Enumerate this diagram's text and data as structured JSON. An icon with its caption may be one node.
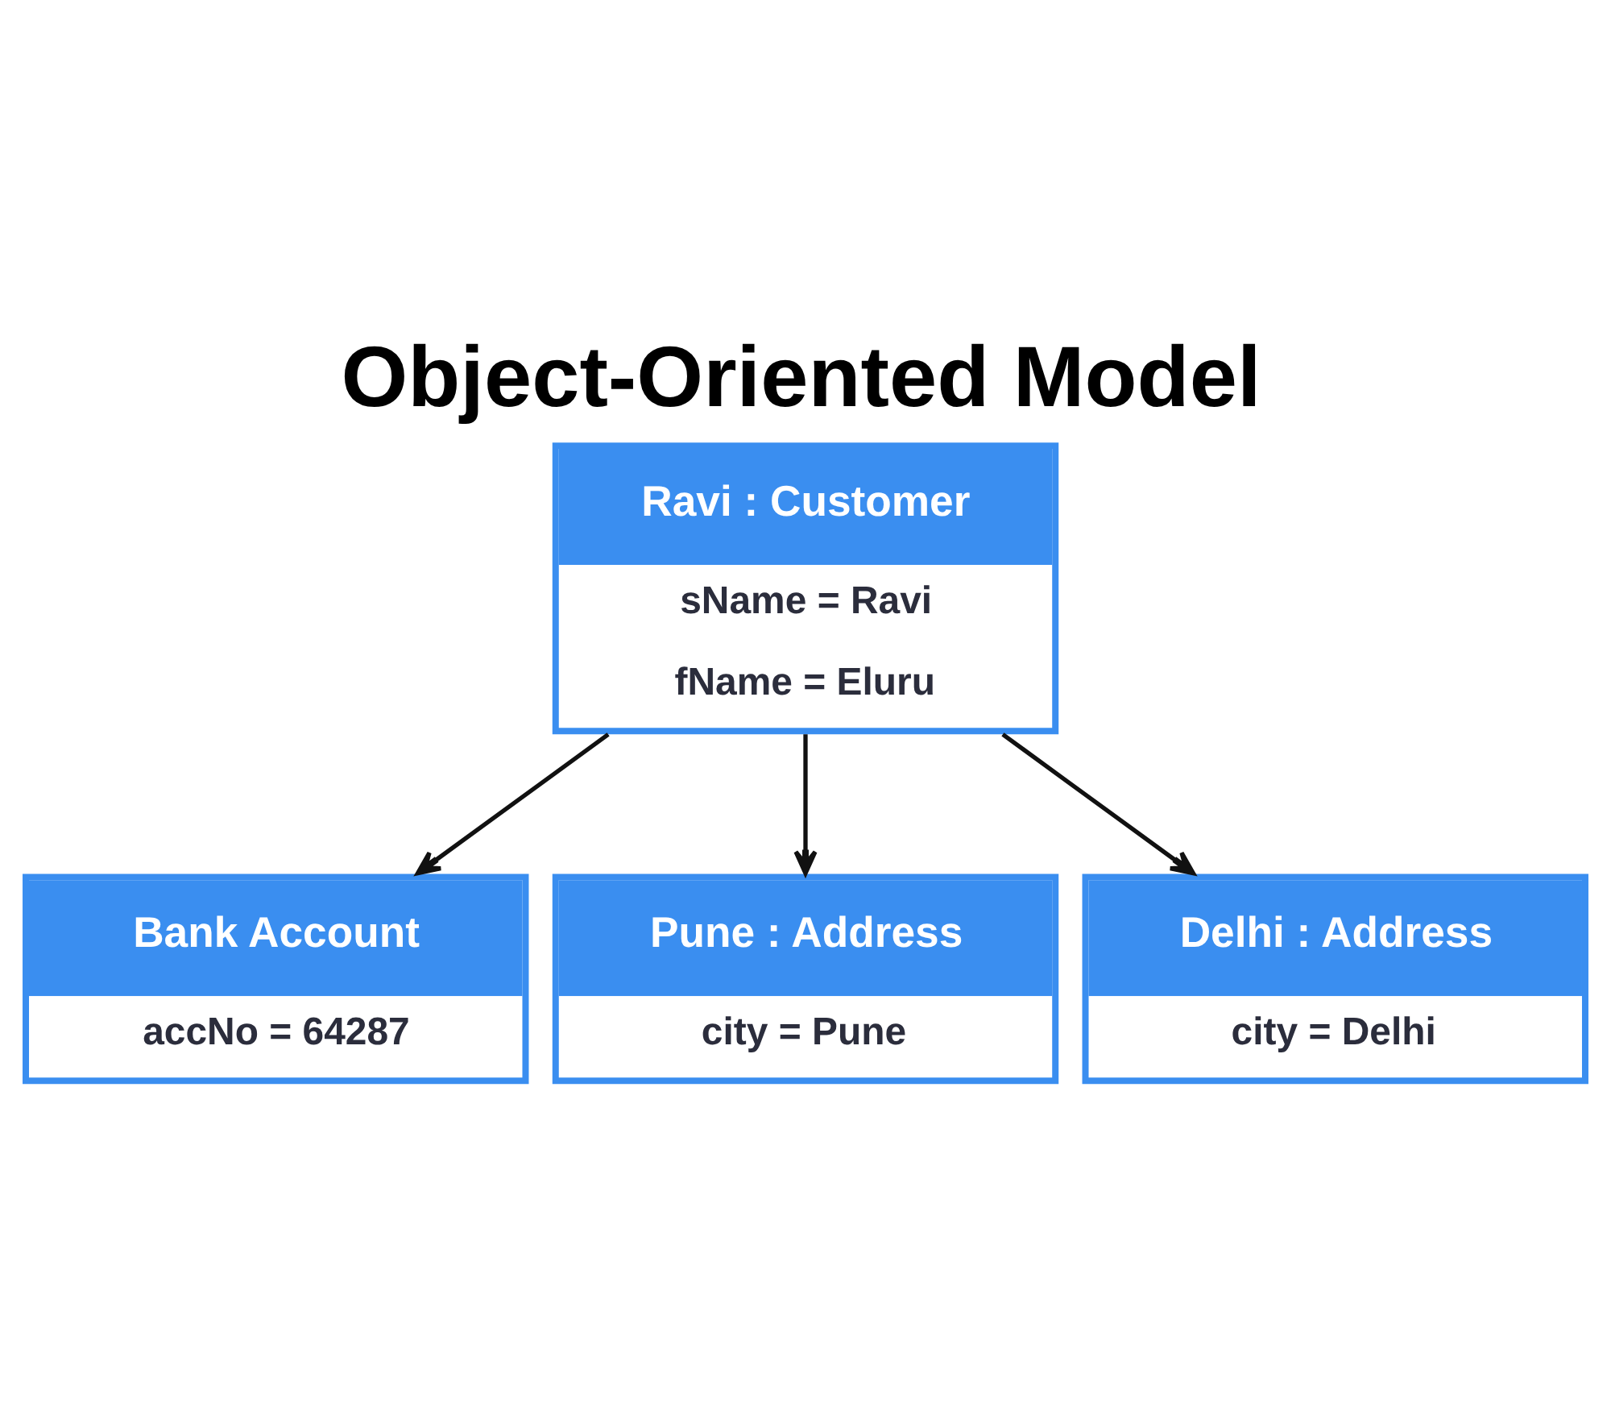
{
  "diagram": {
    "title": "Object-Oriented Model",
    "nodes": [
      {
        "text": [
          "Ravi : Customer",
          "sName = Ravi",
          "fName = Eluru"
        ]
      },
      {
        "text": [
          "Bank Account",
          "accNo = 64287"
        ]
      },
      {
        "text": [
          "Pune : Address",
          "city = Pune"
        ]
      },
      {
        "text": [
          "Delhi : Address",
          "city = Delhi"
        ]
      }
    ],
    "edges": [
      {
        "from": 0,
        "to": 1,
        "arrow": "to"
      },
      {
        "from": 0,
        "to": 2,
        "arrow": "to"
      },
      {
        "from": 0,
        "to": 3,
        "arrow": "to"
      }
    ]
  }
}
